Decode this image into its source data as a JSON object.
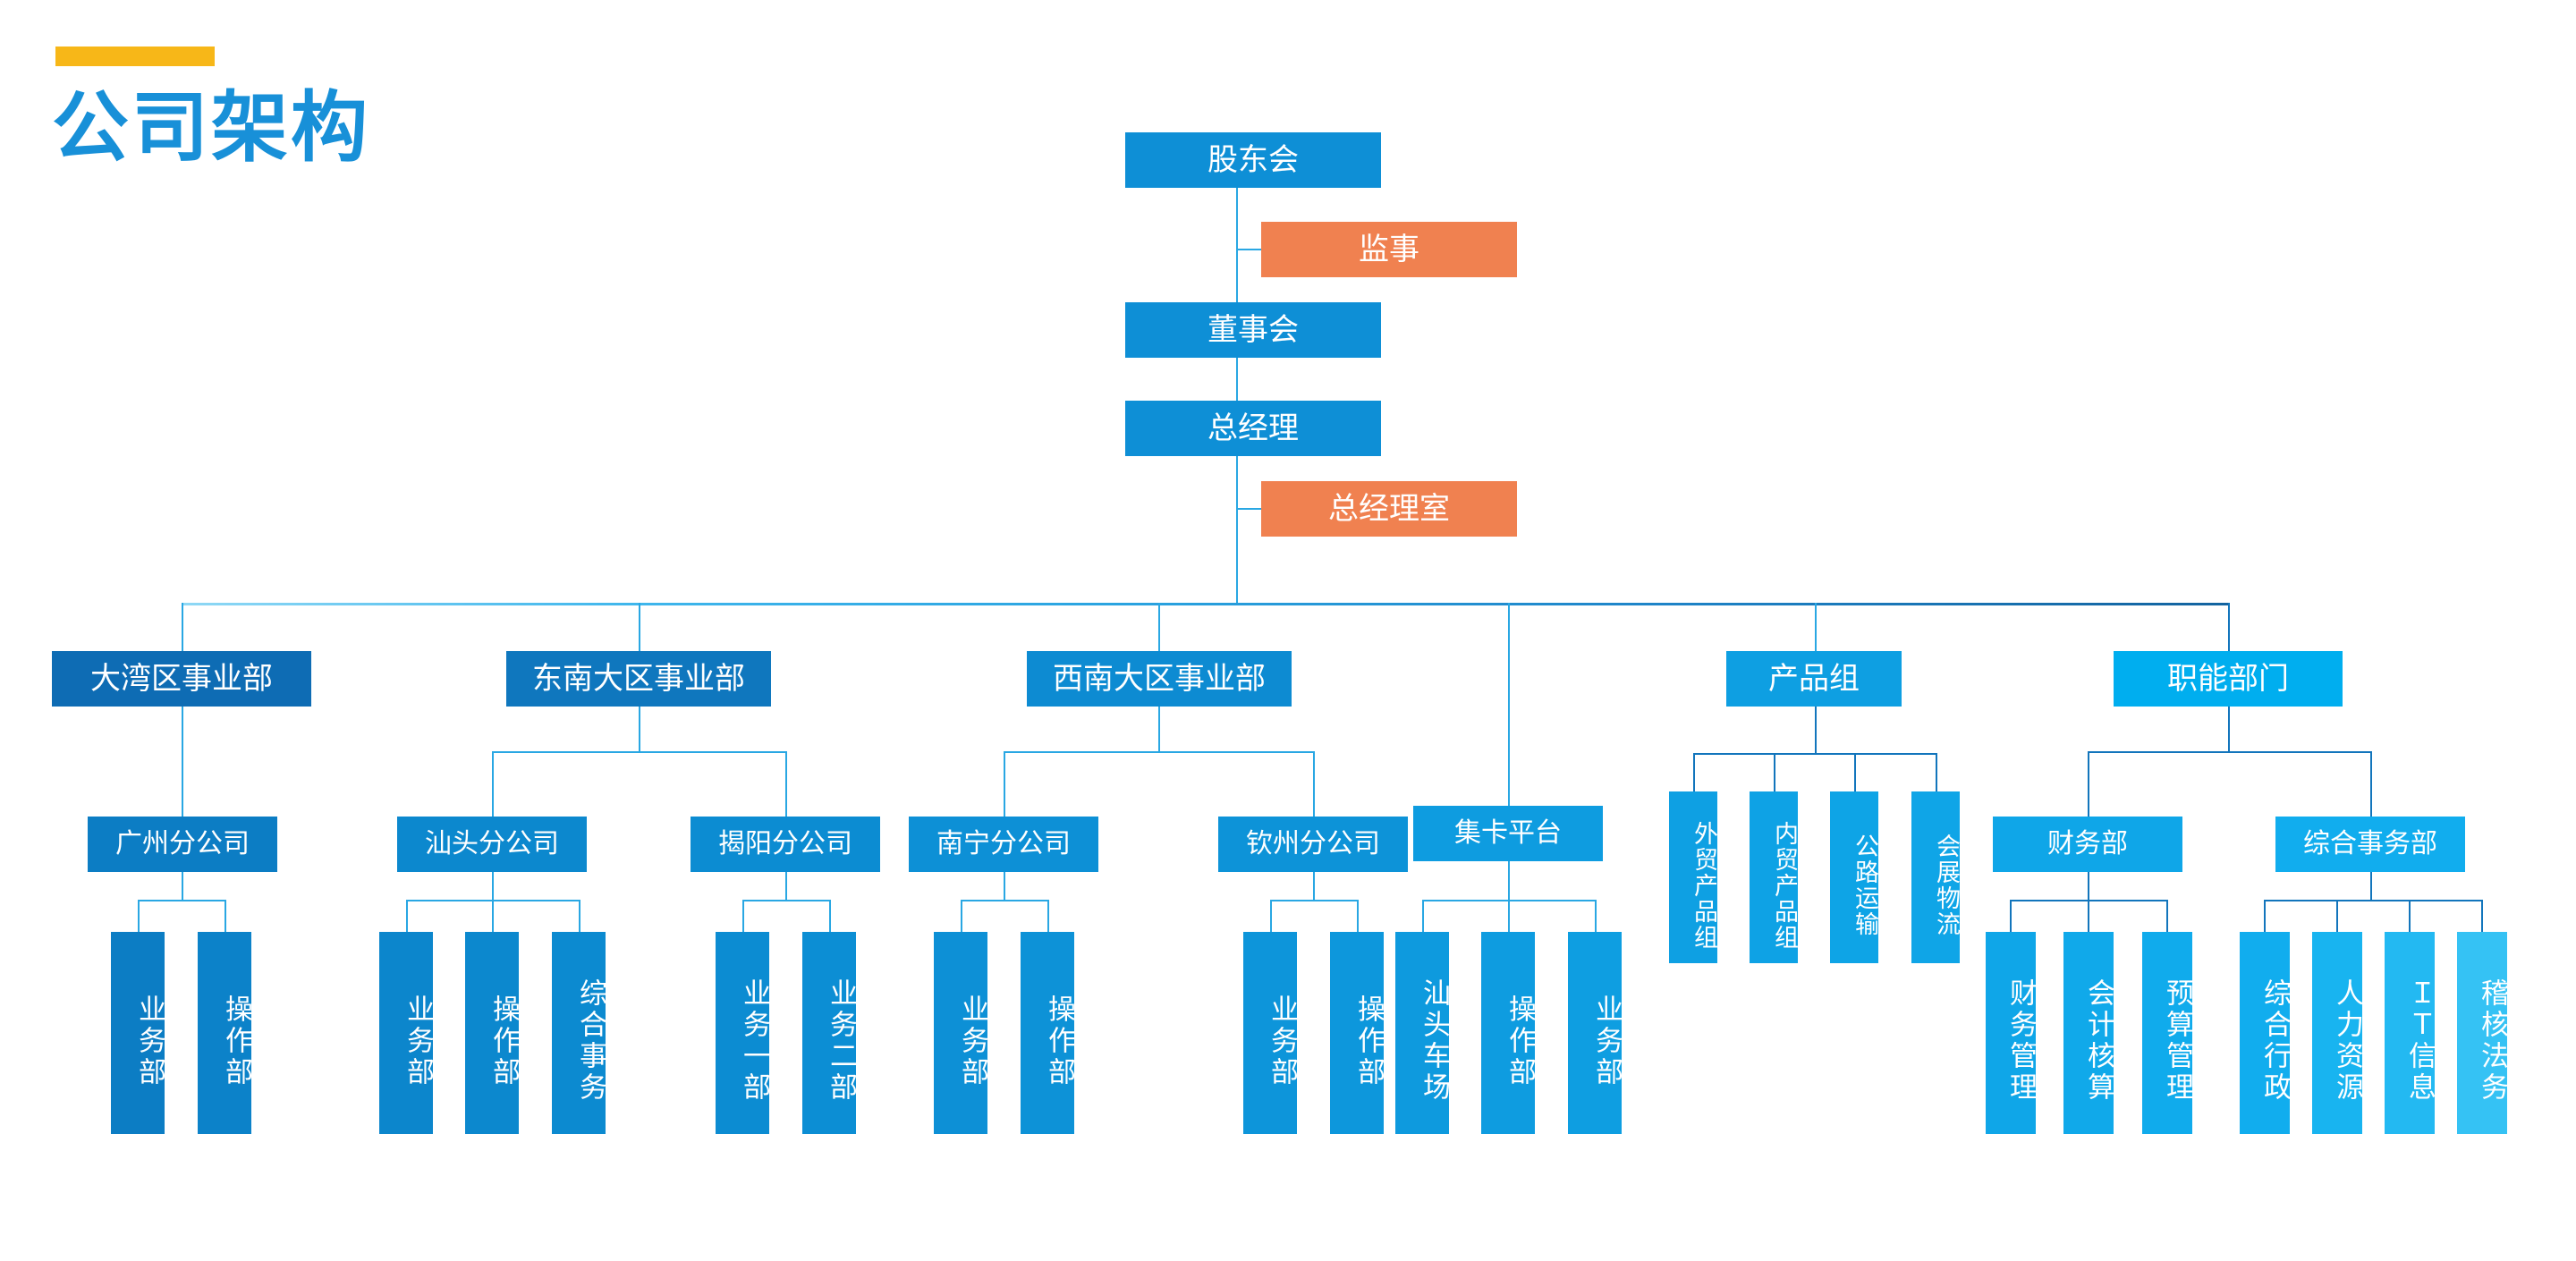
{
  "title": "公司架构",
  "colors": {
    "accent_bar": "#F7B718",
    "title_text": "#1890D8",
    "blue_dark": "#0E6CB4",
    "blue_mid": "#1079C2",
    "blue": "#0E8FD6",
    "blue_bright": "#00AEEF",
    "blue_light": "#3FBDF0",
    "orange": "#F08150",
    "connector": "#29A7E3",
    "connector_dark": "#1275BC"
  },
  "top_chain": [
    {
      "id": "shareholders",
      "label": "股东会",
      "type": "blue"
    },
    {
      "id": "board",
      "label": "董事会",
      "type": "blue"
    },
    {
      "id": "gm",
      "label": "总经理",
      "type": "blue"
    }
  ],
  "side_nodes": [
    {
      "id": "supervisor",
      "label": "监事",
      "type": "orange"
    },
    {
      "id": "gm-office",
      "label": "总经理室",
      "type": "orange"
    }
  ],
  "divisions": [
    {
      "id": "dawanqu",
      "label": "大湾区事业部"
    },
    {
      "id": "dongnan",
      "label": "东南大区事业部"
    },
    {
      "id": "xinan",
      "label": "西南大区事业部"
    },
    {
      "id": "chanpinzu",
      "label": "产品组"
    },
    {
      "id": "zhineng",
      "label": "职能部门"
    }
  ],
  "branches": [
    {
      "id": "guangzhou",
      "label": "广州分公司"
    },
    {
      "id": "shantou",
      "label": "汕头分公司"
    },
    {
      "id": "jieyang",
      "label": "揭阳分公司"
    },
    {
      "id": "nanning",
      "label": "南宁分公司"
    },
    {
      "id": "qinzhou",
      "label": "钦州分公司"
    },
    {
      "id": "jika",
      "label": "集卡平台"
    },
    {
      "id": "caiwu",
      "label": "财务部"
    },
    {
      "id": "zonghe",
      "label": "综合事务部"
    }
  ],
  "leaves": {
    "guangzhou": [
      "业务部",
      "操作部"
    ],
    "shantou": [
      "业务部",
      "操作部",
      "综合事务"
    ],
    "jieyang": [
      "业务一部",
      "业务二部"
    ],
    "nanning": [
      "业务部",
      "操作部"
    ],
    "qinzhou": [
      "业务部",
      "操作部"
    ],
    "jika": [
      "汕头车场",
      "操作部",
      "业务部"
    ],
    "chanpinzu": [
      "外贸产品组",
      "内贸产品组",
      "公路运输",
      "会展物流"
    ],
    "caiwu": [
      "财务管理",
      "会计核算",
      "预算管理"
    ],
    "zonghe": [
      "综合行政",
      "人力资源",
      "ＩＴ信息",
      "稽核法务"
    ]
  }
}
